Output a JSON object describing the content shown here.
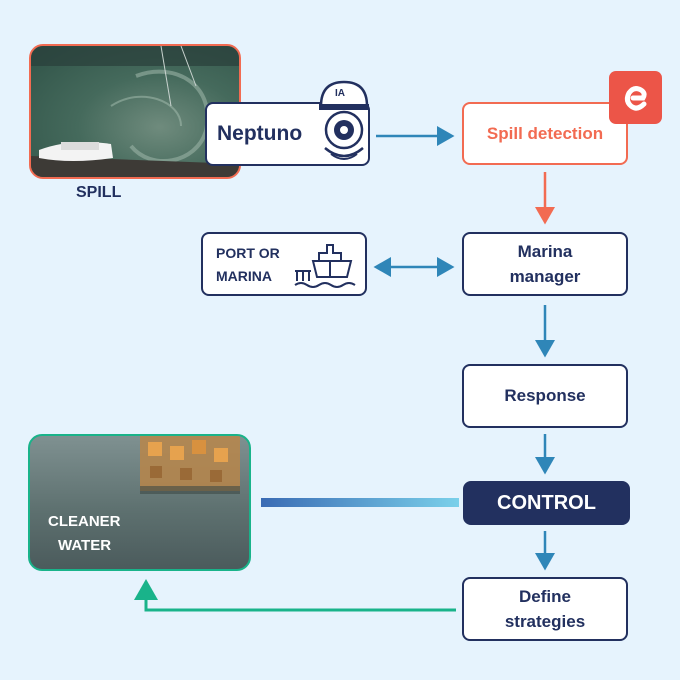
{
  "photos": {
    "spill_caption": "SPILL",
    "cleaner_label_line1": "CLEANER",
    "cleaner_label_line2": "WATER"
  },
  "nodes": {
    "neptuno": "Neptuno",
    "neptuno_badge": "IA",
    "spill_detection": "Spill detection",
    "port_line1": "PORT OR",
    "port_line2": "MARINA",
    "marina_manager_line1": "Marina",
    "marina_manager_line2": "manager",
    "response": "Response",
    "control": "CONTROL",
    "define_line1": "Define",
    "define_line2": "strategies"
  },
  "colors": {
    "background": "#e6f3fd",
    "navy": "#22305f",
    "orange": "#f26b52",
    "blue_arrow": "#2f86b8",
    "green_arrow": "#19b38a",
    "spill_border": "#f26b52",
    "cleaner_border": "#19b38a",
    "logo_red": "#ec5548"
  },
  "icons": [
    "camera-ia-icon",
    "logo-icon",
    "ship-icon"
  ]
}
